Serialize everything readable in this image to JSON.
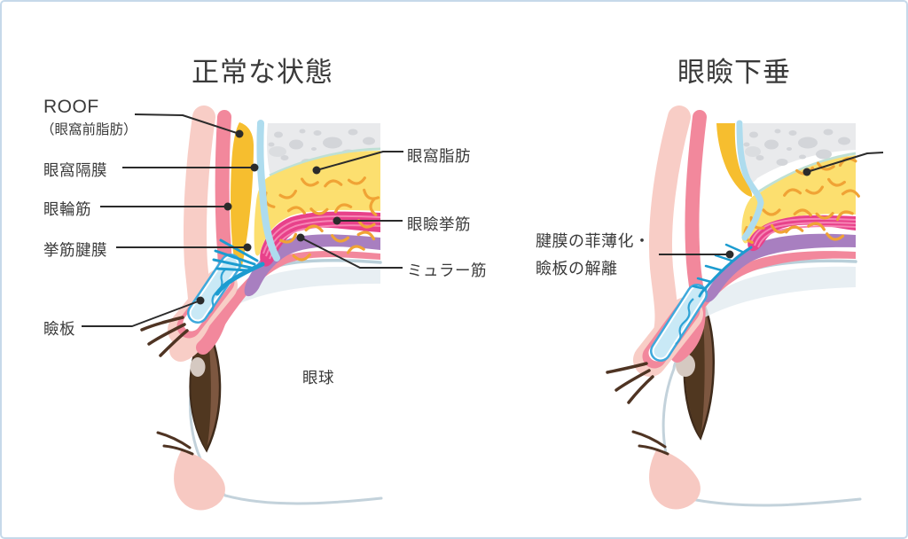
{
  "frame": {
    "background": "#ffffff",
    "border_color": "#c6d9ea"
  },
  "normal": {
    "title": "正常な状態",
    "labels": {
      "roof_en": "ROOF",
      "roof_jp": "（眼窩前脂肪）",
      "orbital_septum": "眼窩隔膜",
      "orbicularis": "眼輪筋",
      "levator_aponeurosis": "挙筋腱膜",
      "tarsal_plate": "瞼板",
      "orbital_fat": "眼窩脂肪",
      "levator_muscle": "眼瞼挙筋",
      "muller_muscle": "ミュラー筋",
      "eyeball": "眼球"
    }
  },
  "ptosis": {
    "title": "眼瞼下垂",
    "note_line1": "腱膜の菲薄化・",
    "note_line2": "瞼板の解離"
  },
  "colors": {
    "skin": "#f8cdc6",
    "orbicularis_muscle": "#f2889c",
    "roof_fat_strip": "#f6be2f",
    "orbital_septum": "#aedcee",
    "bone": "#e9eaec",
    "orbital_fat": "#fcdf6f",
    "fat_texture": "#f0a335",
    "levator_muscle": "#e8418a",
    "muller_muscle": "#a87fc0",
    "aponeurosis": "#1c9cd0",
    "tarsal_plate": "#c9e9f6",
    "iris": "#6b4a33",
    "leader_line": "#2b2b2b"
  }
}
